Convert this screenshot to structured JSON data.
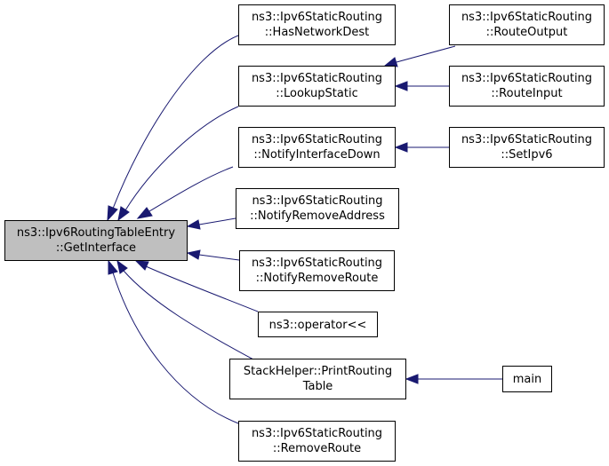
{
  "nodes": {
    "focus": {
      "line1": "ns3::Ipv6RoutingTableEntry",
      "line2": "::GetInterface"
    },
    "has_network_dest": {
      "line1": "ns3::Ipv6StaticRouting",
      "line2": "::HasNetworkDest"
    },
    "lookup_static": {
      "line1": "ns3::Ipv6StaticRouting",
      "line2": "::LookupStatic"
    },
    "notify_interface_down": {
      "line1": "ns3::Ipv6StaticRouting",
      "line2": "::NotifyInterfaceDown"
    },
    "notify_remove_address": {
      "line1": "ns3::Ipv6StaticRouting",
      "line2": "::NotifyRemoveAddress"
    },
    "notify_remove_route": {
      "line1": "ns3::Ipv6StaticRouting",
      "line2": "::NotifyRemoveRoute"
    },
    "operator_stream": {
      "line1": "ns3::operator<<"
    },
    "print_routing_table": {
      "line1": "StackHelper::PrintRouting",
      "line2": "Table"
    },
    "remove_route": {
      "line1": "ns3::Ipv6StaticRouting",
      "line2": "::RemoveRoute"
    },
    "route_output": {
      "line1": "ns3::Ipv6StaticRouting",
      "line2": "::RouteOutput"
    },
    "route_input": {
      "line1": "ns3::Ipv6StaticRouting",
      "line2": "::RouteInput"
    },
    "set_ipv6": {
      "line1": "ns3::Ipv6StaticRouting",
      "line2": "::SetIpv6"
    },
    "main": {
      "line1": "main"
    }
  },
  "colors": {
    "edge": "#191970",
    "focus_fill": "#bfbfbf",
    "node_fill": "#ffffff",
    "border": "#000000"
  }
}
